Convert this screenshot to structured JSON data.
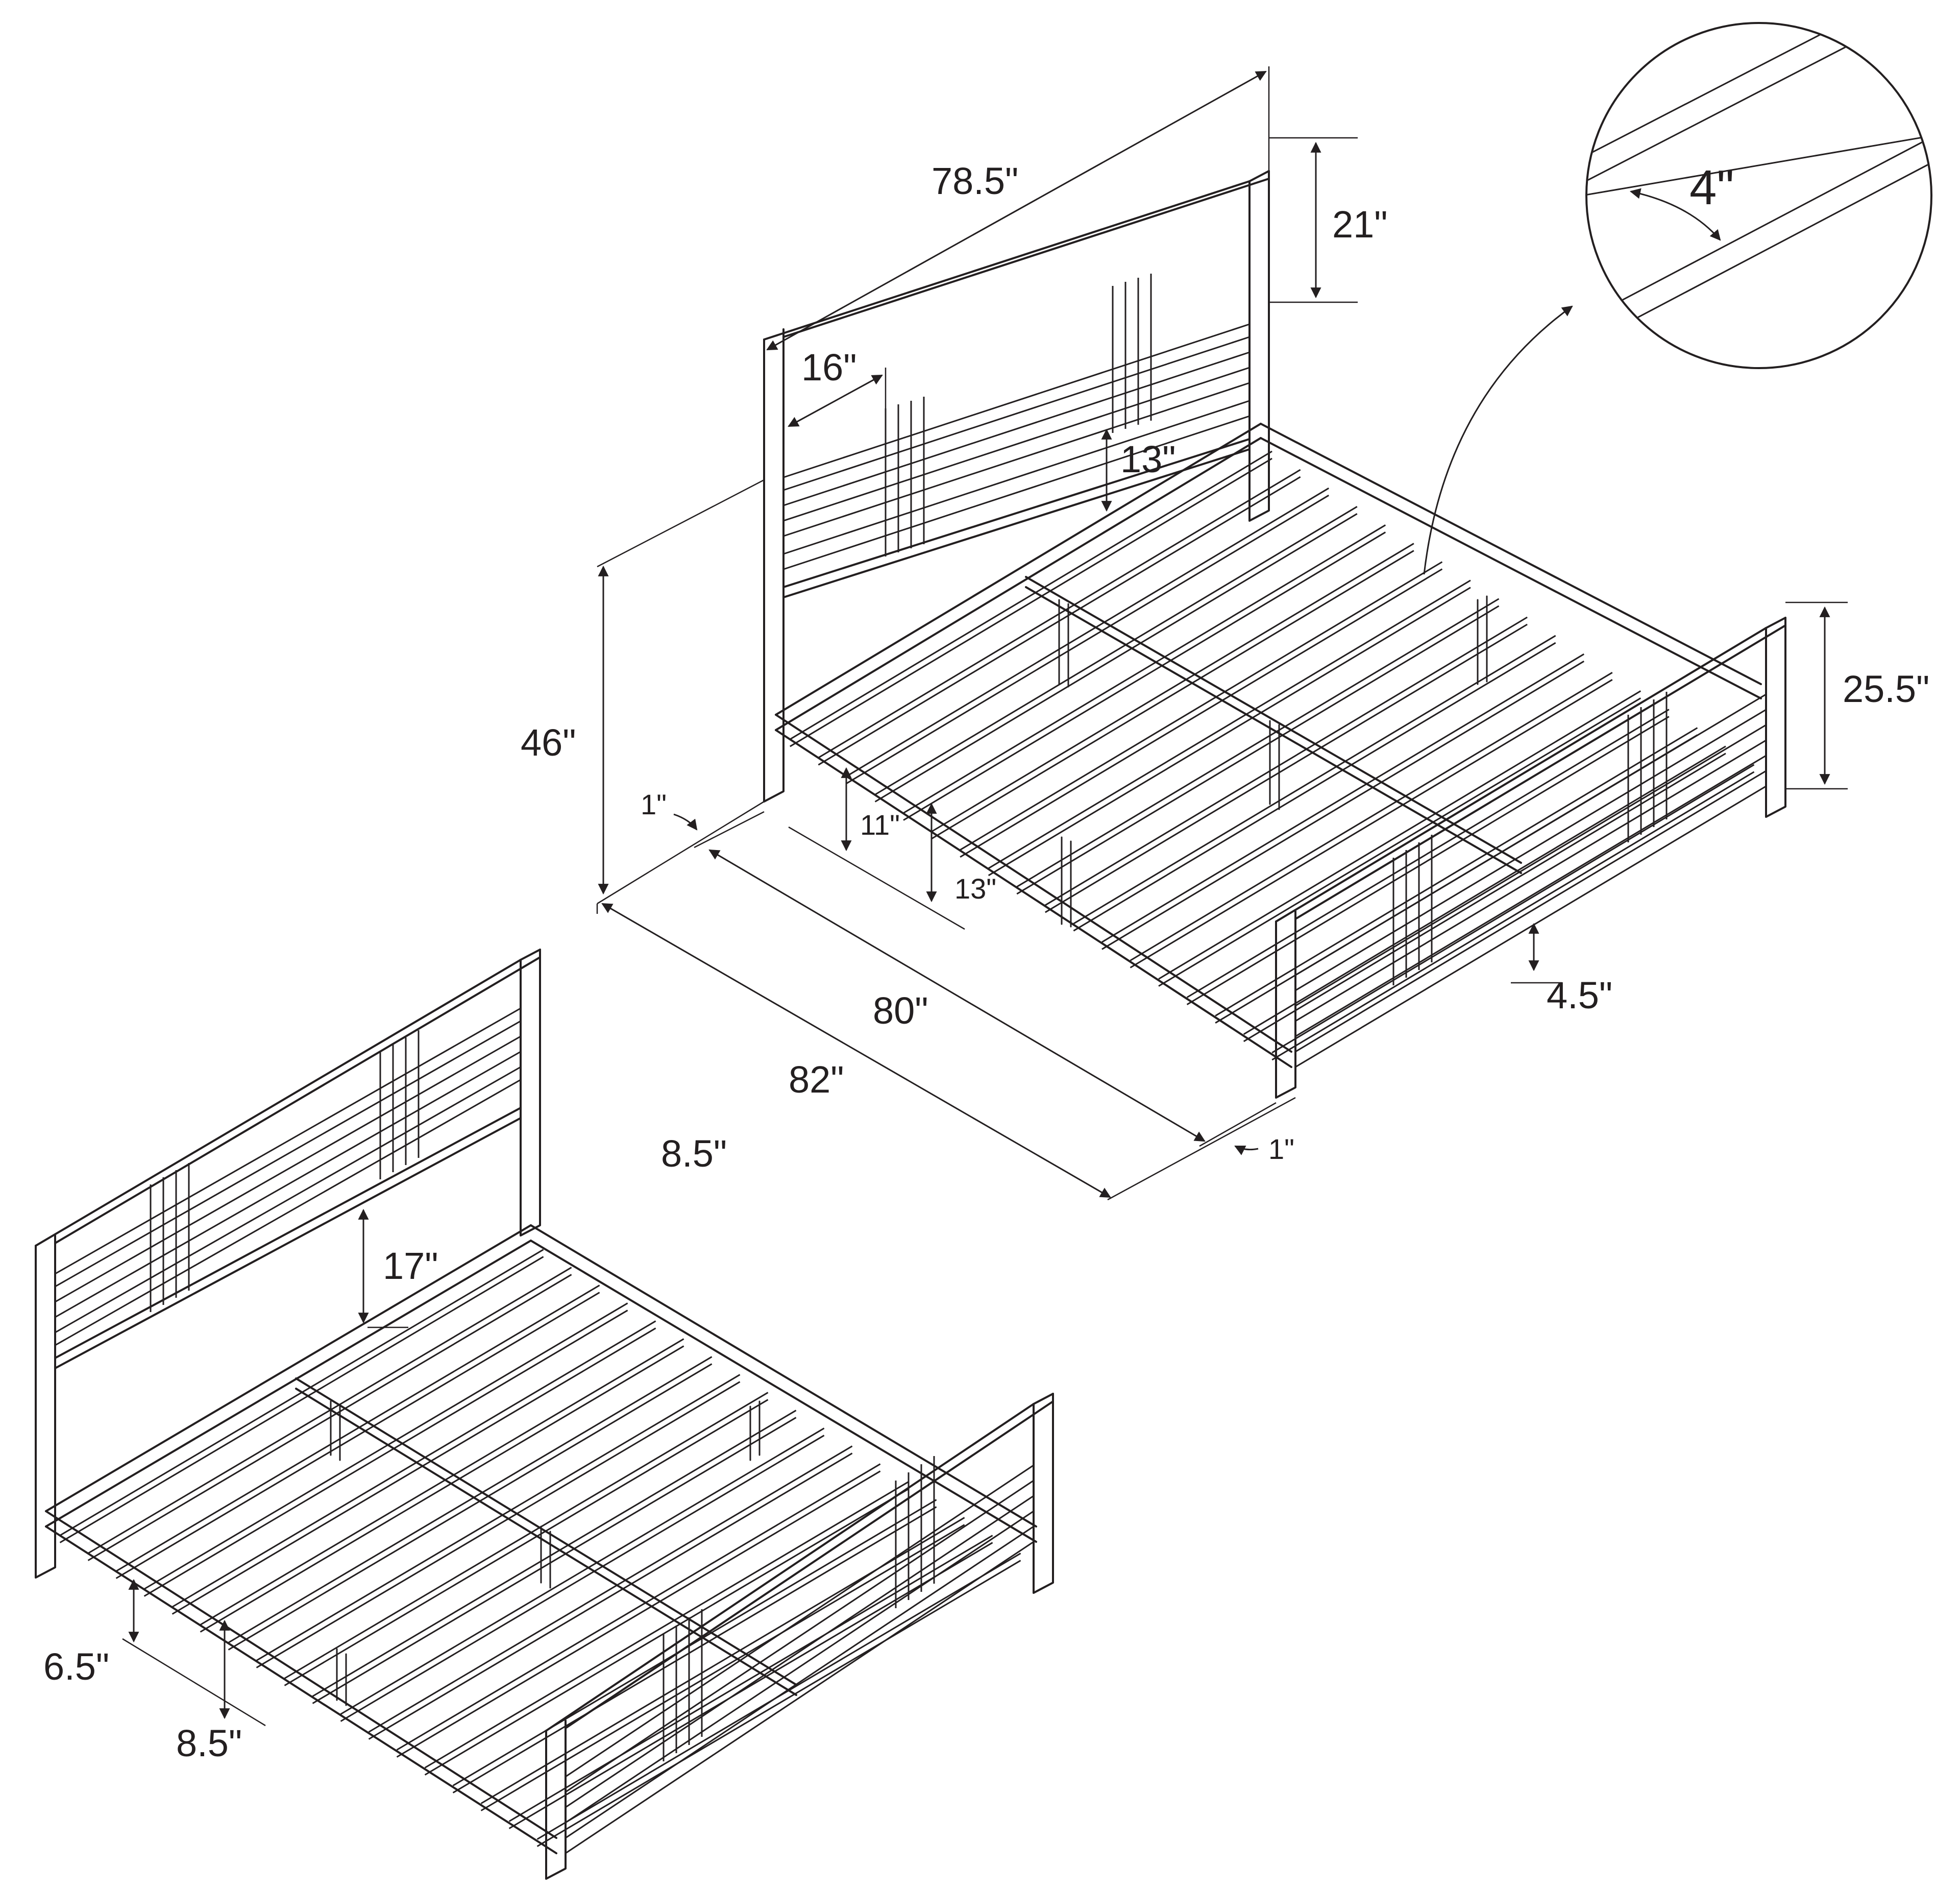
{
  "dimensions": {
    "headboard_width": "78.5\"",
    "headboard_panel_height": "21\"",
    "headboard_post_spacing": "16\"",
    "headboard_clearance_top": "13\"",
    "overall_height": "46\"",
    "side_gap_left": "1\"",
    "rail_height": "11\"",
    "rail_ground_clearance": "13\"",
    "inner_length": "80\"",
    "overall_length": "82\"",
    "side_gap_right": "1\"",
    "footboard_height": "25.5\"",
    "footboard_clearance": "4.5\"",
    "slat_angle": "4\"",
    "low_setting_label": "8.5\"",
    "low_headboard_clearance": "17\"",
    "low_rail_clearance": "6.5\"",
    "low_ground_clearance": "8.5\""
  },
  "colors": {
    "line": "#231f20",
    "background": "#ffffff"
  }
}
